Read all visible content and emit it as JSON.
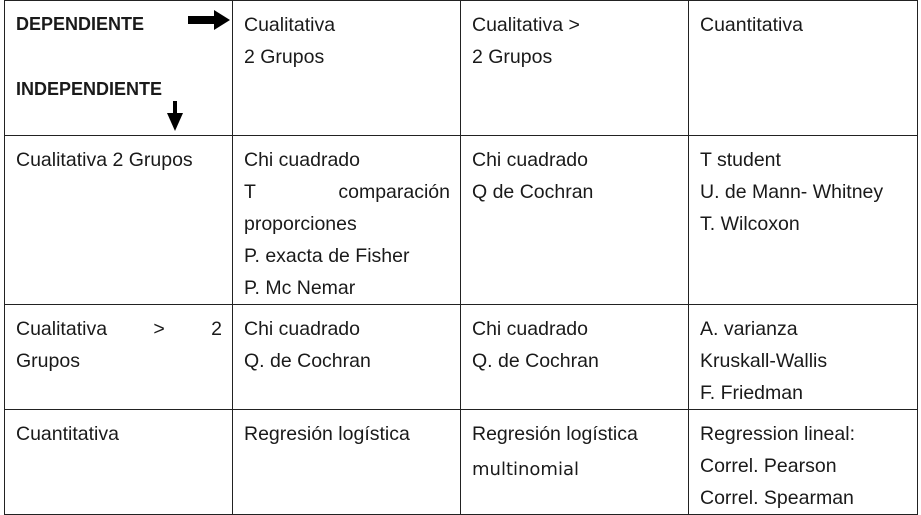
{
  "header": {
    "dependiente": "DEPENDIENTE",
    "independiente": "INDEPENDIENTE",
    "col2": [
      "Cualitativa",
      "2 Grupos"
    ],
    "col3": [
      "Cualitativa >",
      "2 Grupos"
    ],
    "col4": [
      "Cuantitativa"
    ]
  },
  "row1": {
    "label": "Cualitativa 2 Grupos",
    "c2": {
      "l1": "Chi cuadrado",
      "l2a": "T",
      "l2b": "comparación",
      "l3": "proporciones",
      "l4": "P. exacta de Fisher",
      "l5": "P. Mc Nemar"
    },
    "c3": [
      "Chi cuadrado",
      "Q de Cochran"
    ],
    "c4": [
      "T student",
      "U. de Mann- Whitney",
      "T. Wilcoxon"
    ]
  },
  "row2": {
    "label_a": "Cualitativa",
    "label_b": ">",
    "label_c": "2",
    "label_d": "Grupos",
    "c2": [
      "Chi cuadrado",
      "Q. de Cochran"
    ],
    "c3": [
      "Chi cuadrado",
      "Q. de Cochran"
    ],
    "c4": [
      "A. varianza",
      "Kruskall-Wallis",
      "F. Friedman"
    ]
  },
  "row3": {
    "label": "Cuantitativa",
    "c2": [
      "Regresión logística"
    ],
    "c3": [
      "Regresión logística",
      "multinomial"
    ],
    "c4": [
      "Regression lineal:",
      "Correl. Pearson",
      "Correl. Spearman"
    ]
  },
  "icons": {
    "right": "arrow-right-icon",
    "down": "arrow-down-icon"
  }
}
